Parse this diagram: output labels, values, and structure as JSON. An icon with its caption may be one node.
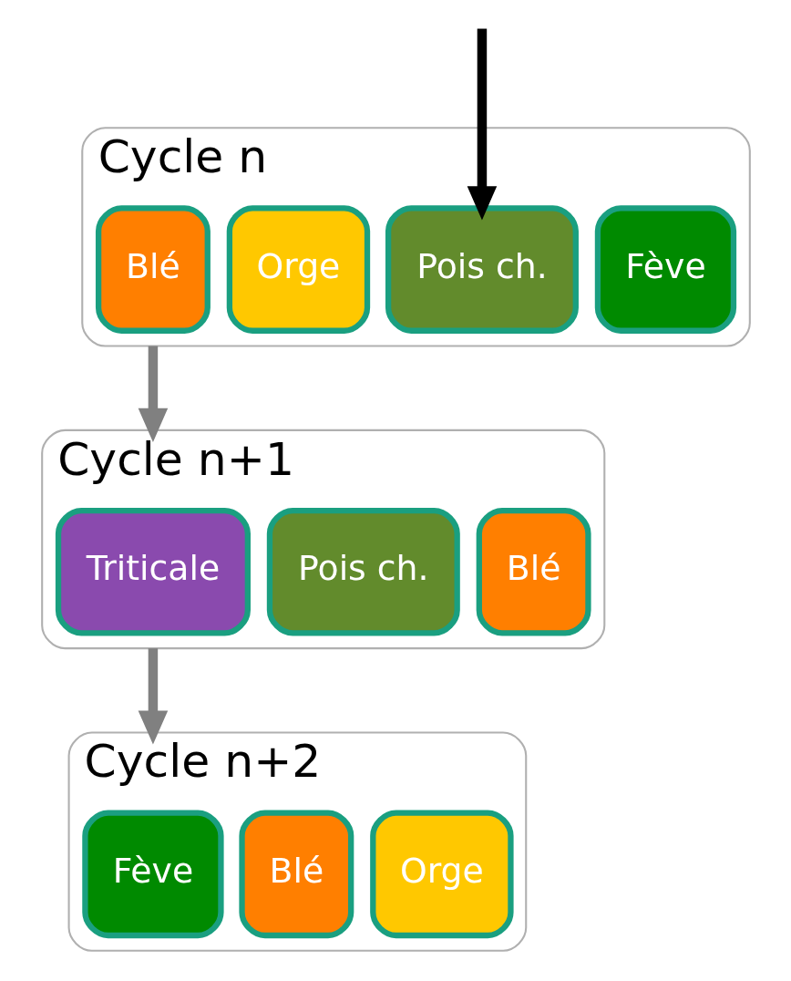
{
  "diagram": {
    "nodes": [
      {
        "text": [
          "Cycle n"
        ]
      },
      {
        "text": [
          "Blé"
        ],
        "in": 0
      },
      {
        "text": [
          "Orge"
        ],
        "in": 0
      },
      {
        "text": [
          "Pois ch."
        ],
        "in": 0
      },
      {
        "text": [
          "Fève"
        ],
        "in": 0
      },
      {
        "text": [
          "Cycle n+1"
        ]
      },
      {
        "text": [
          "Triticale"
        ],
        "in": 5
      },
      {
        "text": [
          "Pois ch."
        ],
        "in": 5
      },
      {
        "text": [
          "Blé"
        ],
        "in": 5
      },
      {
        "text": [
          "Cycle n+2"
        ]
      },
      {
        "text": [
          "Fève"
        ],
        "in": 9
      },
      {
        "text": [
          "Blé"
        ],
        "in": 9
      },
      {
        "text": [
          "Orge"
        ],
        "in": 9
      }
    ],
    "edges": [
      {
        "from": 0,
        "to": 5,
        "arrow": "to"
      },
      {
        "from": 5,
        "to": 9,
        "arrow": "to"
      },
      {
        "from": null,
        "to": 3,
        "arrow": "to",
        "color": "#000000"
      }
    ]
  }
}
